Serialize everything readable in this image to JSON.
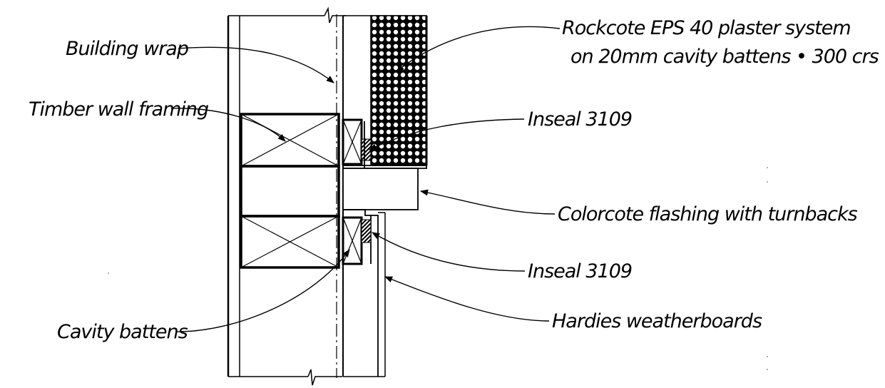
{
  "labels": {
    "building_wrap": "Building wrap",
    "timber_wall_framing": "Timber wall framing",
    "cavity_battens": "Cavity battens",
    "rockcote_line1": "Rockcote EPS 40 plaster system",
    "rockcote_line2": "on 20mm cavity battens • 300 crs",
    "inseal_upper": "Inseal 3109",
    "colorcote_flashing": "Colorcote flashing with turnbacks",
    "inseal_lower": "Inseal 3109",
    "hardies_weatherboards": "Hardies weatherboards"
  }
}
